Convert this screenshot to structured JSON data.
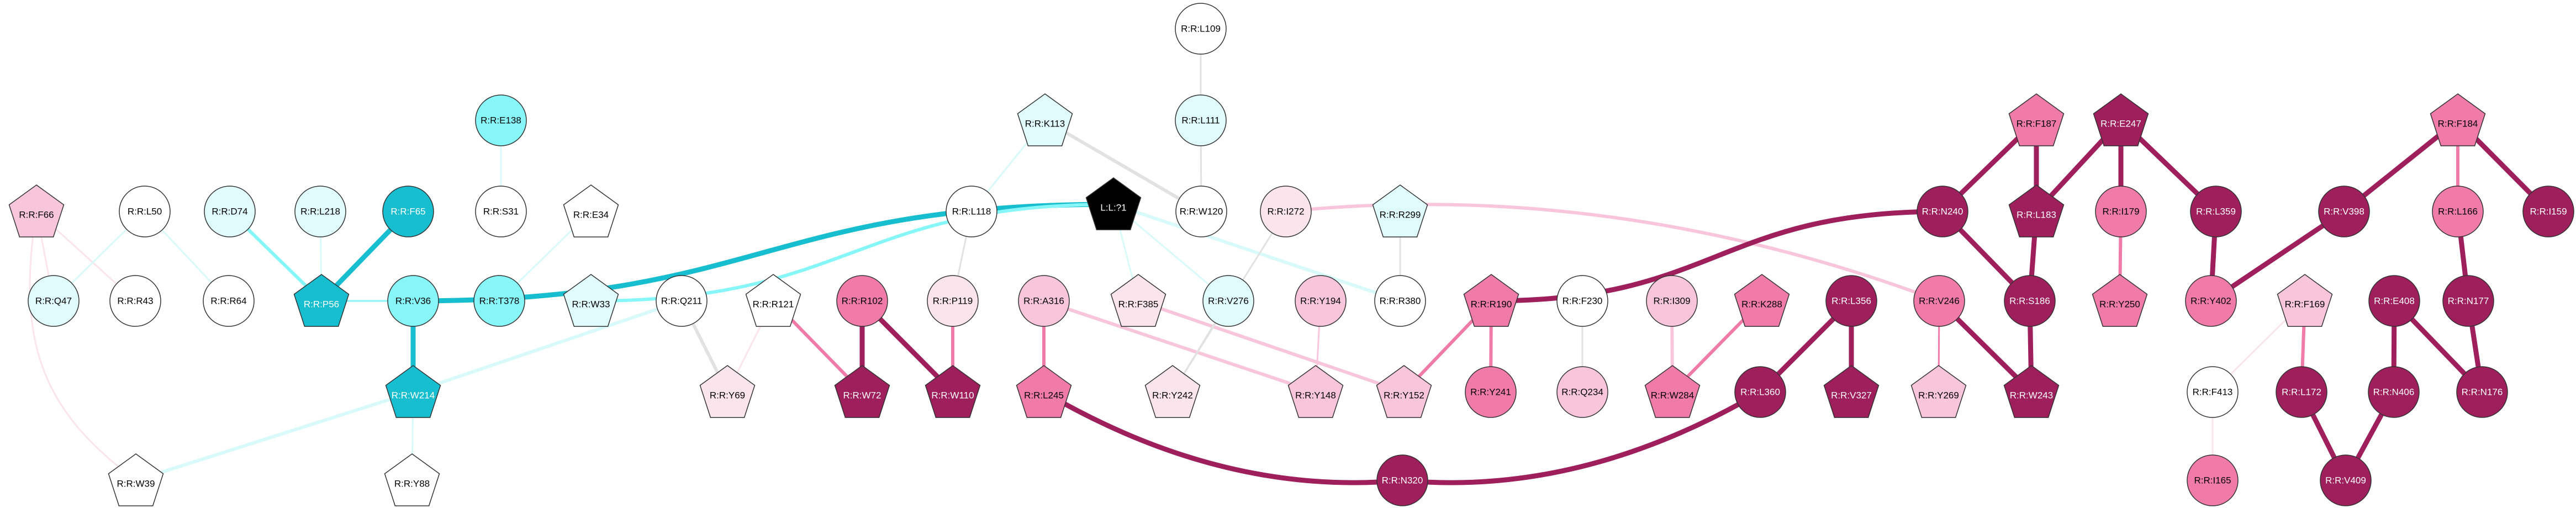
{
  "colors": {
    "teal": "#17BECF",
    "cyan": "#86F6F8",
    "pale_cyan": "#E0FBFB",
    "white": "#FFFFFF",
    "black": "#000000",
    "blush": "#FCE4EC",
    "light_pink": "#F8C5DB",
    "pink": "#F07AA8",
    "magenta": "#9E1F5C",
    "edge_grey": "#E2E2E2",
    "edge_pale_pink": "#FBE4EC",
    "edge_pink": "#F8C5DB",
    "edge_mid_pink": "#F07AA8",
    "edge_magenta": "#9E1F5C",
    "edge_pale_cyan": "#D8FAFA",
    "edge_cyan": "#86F6F8",
    "edge_teal": "#17BECF"
  },
  "nodes": [
    {
      "id": "F66",
      "label": "R:R:F66",
      "shape": "pentagon",
      "fill": "light_pink"
    },
    {
      "id": "Q47",
      "label": "R:R:Q47",
      "shape": "circle",
      "fill": "pale_cyan"
    },
    {
      "id": "R43",
      "label": "R:R:R43",
      "shape": "circle",
      "fill": "white"
    },
    {
      "id": "W39",
      "label": "R:R:W39",
      "shape": "pentagon",
      "fill": "white"
    },
    {
      "id": "L50",
      "label": "R:R:L50",
      "shape": "circle",
      "fill": "white"
    },
    {
      "id": "D74",
      "label": "R:R:D74",
      "shape": "circle",
      "fill": "pale_cyan"
    },
    {
      "id": "R64",
      "label": "R:R:R64",
      "shape": "circle",
      "fill": "white"
    },
    {
      "id": "L218",
      "label": "R:R:L218",
      "shape": "circle",
      "fill": "pale_cyan"
    },
    {
      "id": "F65",
      "label": "R:R:F65",
      "shape": "circle",
      "fill": "teal"
    },
    {
      "id": "P56",
      "label": "R:R:P56",
      "shape": "pentagon",
      "fill": "teal"
    },
    {
      "id": "E138",
      "label": "R:R:E138",
      "shape": "circle",
      "fill": "cyan"
    },
    {
      "id": "S31",
      "label": "R:R:S31",
      "shape": "circle",
      "fill": "white"
    },
    {
      "id": "V36",
      "label": "R:R:V36",
      "shape": "circle",
      "fill": "cyan"
    },
    {
      "id": "W214",
      "label": "R:R:W214",
      "shape": "pentagon",
      "fill": "teal"
    },
    {
      "id": "Y88",
      "label": "R:R:Y88",
      "shape": "pentagon",
      "fill": "white"
    },
    {
      "id": "E34",
      "label": "R:R:E34",
      "shape": "pentagon",
      "fill": "white"
    },
    {
      "id": "T378",
      "label": "R:R:T378",
      "shape": "circle",
      "fill": "cyan"
    },
    {
      "id": "W33",
      "label": "R:R:W33",
      "shape": "pentagon",
      "fill": "pale_cyan"
    },
    {
      "id": "Q211",
      "label": "R:R:Q211",
      "shape": "circle",
      "fill": "white"
    },
    {
      "id": "R121",
      "label": "R:R:R121",
      "shape": "pentagon",
      "fill": "white"
    },
    {
      "id": "Y69",
      "label": "R:R:Y69",
      "shape": "pentagon",
      "fill": "blush"
    },
    {
      "id": "R102",
      "label": "R:R:R102",
      "shape": "circle",
      "fill": "pink"
    },
    {
      "id": "W72",
      "label": "R:R:W72",
      "shape": "pentagon",
      "fill": "magenta"
    },
    {
      "id": "P119",
      "label": "R:R:P119",
      "shape": "circle",
      "fill": "blush"
    },
    {
      "id": "W110",
      "label": "R:R:W110",
      "shape": "pentagon",
      "fill": "magenta"
    },
    {
      "id": "L118",
      "label": "R:R:L118",
      "shape": "circle",
      "fill": "white"
    },
    {
      "id": "K113",
      "label": "R:R:K113",
      "shape": "pentagon",
      "fill": "pale_cyan"
    },
    {
      "id": "L71",
      "label": "L:L:?1",
      "shape": "pentagon",
      "fill": "black"
    },
    {
      "id": "L109",
      "label": "R:R:L109",
      "shape": "circle",
      "fill": "white"
    },
    {
      "id": "L111",
      "label": "R:R:L111",
      "shape": "circle",
      "fill": "pale_cyan"
    },
    {
      "id": "W120",
      "label": "R:R:W120",
      "shape": "circle",
      "fill": "white"
    },
    {
      "id": "A316",
      "label": "R:R:A316",
      "shape": "circle",
      "fill": "light_pink"
    },
    {
      "id": "L245",
      "label": "R:R:L245",
      "shape": "pentagon",
      "fill": "pink"
    },
    {
      "id": "F385",
      "label": "R:R:F385",
      "shape": "pentagon",
      "fill": "blush"
    },
    {
      "id": "Y242",
      "label": "R:R:Y242",
      "shape": "pentagon",
      "fill": "blush"
    },
    {
      "id": "V276",
      "label": "R:R:V276",
      "shape": "circle",
      "fill": "pale_cyan"
    },
    {
      "id": "I272",
      "label": "R:R:I272",
      "shape": "circle",
      "fill": "blush"
    },
    {
      "id": "Y194",
      "label": "R:R:Y194",
      "shape": "circle",
      "fill": "light_pink"
    },
    {
      "id": "Y148",
      "label": "R:R:Y148",
      "shape": "pentagon",
      "fill": "light_pink"
    },
    {
      "id": "R299",
      "label": "R:R:R299",
      "shape": "pentagon",
      "fill": "pale_cyan"
    },
    {
      "id": "R380",
      "label": "R:R:R380",
      "shape": "circle",
      "fill": "white"
    },
    {
      "id": "R190",
      "label": "R:R:R190",
      "shape": "pentagon",
      "fill": "pink"
    },
    {
      "id": "Y152",
      "label": "R:R:Y152",
      "shape": "pentagon",
      "fill": "light_pink"
    },
    {
      "id": "Y241",
      "label": "R:R:Y241",
      "shape": "circle",
      "fill": "pink"
    },
    {
      "id": "N320",
      "label": "R:R:N320",
      "shape": "circle",
      "fill": "magenta"
    },
    {
      "id": "F230",
      "label": "R:R:F230",
      "shape": "circle",
      "fill": "white"
    },
    {
      "id": "Q234",
      "label": "R:R:Q234",
      "shape": "circle",
      "fill": "light_pink"
    },
    {
      "id": "I309",
      "label": "R:R:I309",
      "shape": "circle",
      "fill": "light_pink"
    },
    {
      "id": "K288",
      "label": "R:R:K288",
      "shape": "pentagon",
      "fill": "pink"
    },
    {
      "id": "W284",
      "label": "R:R:W284",
      "shape": "pentagon",
      "fill": "pink"
    },
    {
      "id": "L356",
      "label": "R:R:L356",
      "shape": "circle",
      "fill": "magenta"
    },
    {
      "id": "L360",
      "label": "R:R:L360",
      "shape": "circle",
      "fill": "magenta"
    },
    {
      "id": "V327",
      "label": "R:R:V327",
      "shape": "pentagon",
      "fill": "magenta"
    },
    {
      "id": "V246",
      "label": "R:R:V246",
      "shape": "circle",
      "fill": "pink"
    },
    {
      "id": "Y269",
      "label": "R:R:Y269",
      "shape": "pentagon",
      "fill": "light_pink"
    },
    {
      "id": "N240",
      "label": "R:R:N240",
      "shape": "circle",
      "fill": "magenta"
    },
    {
      "id": "F187",
      "label": "R:R:F187",
      "shape": "pentagon",
      "fill": "pink"
    },
    {
      "id": "L183",
      "label": "R:R:L183",
      "shape": "pentagon",
      "fill": "magenta"
    },
    {
      "id": "S186",
      "label": "R:R:S186",
      "shape": "circle",
      "fill": "magenta"
    },
    {
      "id": "W243",
      "label": "R:R:W243",
      "shape": "pentagon",
      "fill": "magenta"
    },
    {
      "id": "E247",
      "label": "R:R:E247",
      "shape": "pentagon",
      "fill": "magenta"
    },
    {
      "id": "I179",
      "label": "R:R:I179",
      "shape": "circle",
      "fill": "pink"
    },
    {
      "id": "Y250",
      "label": "R:R:Y250",
      "shape": "pentagon",
      "fill": "pink"
    },
    {
      "id": "L359",
      "label": "R:R:L359",
      "shape": "circle",
      "fill": "magenta"
    },
    {
      "id": "Y402",
      "label": "R:R:Y402",
      "shape": "circle",
      "fill": "pink"
    },
    {
      "id": "V398",
      "label": "R:R:V398",
      "shape": "circle",
      "fill": "magenta"
    },
    {
      "id": "F184",
      "label": "R:R:F184",
      "shape": "pentagon",
      "fill": "pink"
    },
    {
      "id": "L166",
      "label": "R:R:L166",
      "shape": "circle",
      "fill": "pink"
    },
    {
      "id": "I159",
      "label": "R:R:I159",
      "shape": "circle",
      "fill": "magenta"
    },
    {
      "id": "N177",
      "label": "R:R:N177",
      "shape": "circle",
      "fill": "magenta"
    },
    {
      "id": "F169",
      "label": "R:R:F169",
      "shape": "pentagon",
      "fill": "light_pink"
    },
    {
      "id": "E408",
      "label": "R:R:E408",
      "shape": "circle",
      "fill": "magenta"
    },
    {
      "id": "F413",
      "label": "R:R:F413",
      "shape": "circle",
      "fill": "white"
    },
    {
      "id": "L172",
      "label": "R:R:L172",
      "shape": "circle",
      "fill": "magenta"
    },
    {
      "id": "N406",
      "label": "R:R:N406",
      "shape": "circle",
      "fill": "magenta"
    },
    {
      "id": "N176",
      "label": "R:R:N176",
      "shape": "circle",
      "fill": "magenta"
    },
    {
      "id": "I165",
      "label": "R:R:I165",
      "shape": "circle",
      "fill": "pink"
    },
    {
      "id": "V409",
      "label": "R:R:V409",
      "shape": "circle",
      "fill": "magenta"
    }
  ],
  "edges": [
    {
      "source": "F66",
      "target": "Q47",
      "color": "edge_pale_pink",
      "weight": "thin"
    },
    {
      "source": "F66",
      "target": "R43",
      "color": "edge_pale_pink",
      "weight": "thin"
    },
    {
      "source": "F66",
      "target": "W39",
      "color": "edge_pale_pink",
      "weight": "thin",
      "curve": "left"
    },
    {
      "source": "L50",
      "target": "Q47",
      "color": "edge_pale_cyan",
      "weight": "thin"
    },
    {
      "source": "L50",
      "target": "R64",
      "color": "edge_pale_cyan",
      "weight": "thin"
    },
    {
      "source": "D74",
      "target": "P56",
      "color": "edge_cyan",
      "weight": "medium"
    },
    {
      "source": "L218",
      "target": "P56",
      "color": "edge_pale_cyan",
      "weight": "thin"
    },
    {
      "source": "F65",
      "target": "P56",
      "color": "edge_teal",
      "weight": "thick"
    },
    {
      "source": "P56",
      "target": "V36",
      "color": "edge_cyan",
      "weight": "thin"
    },
    {
      "source": "E138",
      "target": "S31",
      "color": "edge_pale_cyan",
      "weight": "thin"
    },
    {
      "source": "V36",
      "target": "W214",
      "color": "edge_teal",
      "weight": "thick"
    },
    {
      "source": "V36",
      "target": "L71",
      "color": "edge_teal",
      "weight": "thick",
      "curve": "s"
    },
    {
      "source": "W214",
      "target": "Y88",
      "color": "edge_pale_cyan",
      "weight": "thin"
    },
    {
      "source": "W214",
      "target": "W39",
      "color": "edge_pale_cyan",
      "weight": "medium"
    },
    {
      "source": "W214",
      "target": "Q211",
      "color": "edge_pale_cyan",
      "weight": "medium"
    },
    {
      "source": "E34",
      "target": "T378",
      "color": "edge_pale_cyan",
      "weight": "thin"
    },
    {
      "source": "W33",
      "target": "L71",
      "color": "edge_cyan",
      "weight": "medium",
      "curve": "s"
    },
    {
      "source": "Q211",
      "target": "Y69",
      "color": "edge_grey",
      "weight": "medium"
    },
    {
      "source": "R121",
      "target": "Y69",
      "color": "edge_pale_pink",
      "weight": "thin"
    },
    {
      "source": "R121",
      "target": "W72",
      "color": "edge_mid_pink",
      "weight": "medium"
    },
    {
      "source": "R102",
      "target": "W72",
      "color": "edge_magenta",
      "weight": "thick"
    },
    {
      "source": "R102",
      "target": "W110",
      "color": "edge_magenta",
      "weight": "thick"
    },
    {
      "source": "P119",
      "target": "W110",
      "color": "edge_mid_pink",
      "weight": "medium"
    },
    {
      "source": "L118",
      "target": "P119",
      "color": "edge_grey",
      "weight": "thin"
    },
    {
      "source": "K113",
      "target": "L118",
      "color": "edge_pale_cyan",
      "weight": "thin"
    },
    {
      "source": "K113",
      "target": "W120",
      "color": "edge_grey",
      "weight": "medium"
    },
    {
      "source": "L109",
      "target": "L111",
      "color": "edge_grey",
      "weight": "thin"
    },
    {
      "source": "L111",
      "target": "W120",
      "color": "edge_grey",
      "weight": "thin"
    },
    {
      "source": "L71",
      "target": "F385",
      "color": "edge_pale_cyan",
      "weight": "thin"
    },
    {
      "source": "L71",
      "target": "V276",
      "color": "edge_pale_cyan",
      "weight": "thin"
    },
    {
      "source": "L71",
      "target": "R380",
      "color": "edge_pale_cyan",
      "weight": "medium"
    },
    {
      "source": "A316",
      "target": "L245",
      "color": "edge_mid_pink",
      "weight": "medium"
    },
    {
      "source": "A316",
      "target": "Y148",
      "color": "edge_pink",
      "weight": "medium"
    },
    {
      "source": "F385",
      "target": "Y152",
      "color": "edge_pink",
      "weight": "medium"
    },
    {
      "source": "V276",
      "target": "Y242",
      "color": "edge_grey",
      "weight": "thin"
    },
    {
      "source": "I272",
      "target": "Y242",
      "color": "edge_grey",
      "weight": "thin"
    },
    {
      "source": "I272",
      "target": "V246",
      "color": "edge_pink",
      "weight": "medium",
      "curve": "arc"
    },
    {
      "source": "Y194",
      "target": "Y148",
      "color": "edge_pink",
      "weight": "thin"
    },
    {
      "source": "R299",
      "target": "R380",
      "color": "edge_grey",
      "weight": "thin"
    },
    {
      "source": "R190",
      "target": "Y152",
      "color": "edge_mid_pink",
      "weight": "medium"
    },
    {
      "source": "R190",
      "target": "Y241",
      "color": "edge_mid_pink",
      "weight": "medium"
    },
    {
      "source": "R190",
      "target": "N240",
      "color": "edge_magenta",
      "weight": "thick",
      "curve": "s"
    },
    {
      "source": "L245",
      "target": "N320",
      "color": "edge_magenta",
      "weight": "thick",
      "curve": "arc"
    },
    {
      "source": "L360",
      "target": "N320",
      "color": "edge_magenta",
      "weight": "thick",
      "curve": "arc"
    },
    {
      "source": "F230",
      "target": "Q234",
      "color": "edge_grey",
      "weight": "thin"
    },
    {
      "source": "I309",
      "target": "W284",
      "color": "edge_pink",
      "weight": "medium"
    },
    {
      "source": "K288",
      "target": "W284",
      "color": "edge_mid_pink",
      "weight": "medium"
    },
    {
      "source": "L356",
      "target": "L360",
      "color": "edge_magenta",
      "weight": "thick"
    },
    {
      "source": "L356",
      "target": "V327",
      "color": "edge_magenta",
      "weight": "thick"
    },
    {
      "source": "V246",
      "target": "Y269",
      "color": "edge_mid_pink",
      "weight": "thin"
    },
    {
      "source": "V246",
      "target": "W243",
      "color": "edge_magenta",
      "weight": "thick"
    },
    {
      "source": "F187",
      "target": "N240",
      "color": "edge_magenta",
      "weight": "thick"
    },
    {
      "source": "F187",
      "target": "L183",
      "color": "edge_magenta",
      "weight": "thick"
    },
    {
      "source": "N240",
      "target": "S186",
      "color": "edge_magenta",
      "weight": "thick"
    },
    {
      "source": "L183",
      "target": "S186",
      "color": "edge_magenta",
      "weight": "thick"
    },
    {
      "source": "E247",
      "target": "L183",
      "color": "edge_magenta",
      "weight": "thick"
    },
    {
      "source": "E247",
      "target": "I179",
      "color": "edge_magenta",
      "weight": "thick"
    },
    {
      "source": "E247",
      "target": "L359",
      "color": "edge_magenta",
      "weight": "thick"
    },
    {
      "source": "S186",
      "target": "W243",
      "color": "edge_magenta",
      "weight": "thick"
    },
    {
      "source": "I179",
      "target": "Y250",
      "color": "edge_mid_pink",
      "weight": "medium"
    },
    {
      "source": "L359",
      "target": "Y402",
      "color": "edge_magenta",
      "weight": "thick"
    },
    {
      "source": "V398",
      "target": "Y402",
      "color": "edge_magenta",
      "weight": "thick"
    },
    {
      "source": "F184",
      "target": "V398",
      "color": "edge_magenta",
      "weight": "thick"
    },
    {
      "source": "F184",
      "target": "L166",
      "color": "edge_mid_pink",
      "weight": "medium"
    },
    {
      "source": "F184",
      "target": "I159",
      "color": "edge_magenta",
      "weight": "thick"
    },
    {
      "source": "L166",
      "target": "N177",
      "color": "edge_magenta",
      "weight": "thick"
    },
    {
      "source": "N177",
      "target": "N176",
      "color": "edge_magenta",
      "weight": "thick"
    },
    {
      "source": "E408",
      "target": "N176",
      "color": "edge_magenta",
      "weight": "thick"
    },
    {
      "source": "E408",
      "target": "N406",
      "color": "edge_magenta",
      "weight": "thick"
    },
    {
      "source": "F169",
      "target": "F413",
      "color": "edge_pale_pink",
      "weight": "thin"
    },
    {
      "source": "F169",
      "target": "L172",
      "color": "edge_mid_pink",
      "weight": "medium"
    },
    {
      "source": "F413",
      "target": "I165",
      "color": "edge_pale_pink",
      "weight": "thin"
    },
    {
      "source": "L172",
      "target": "V409",
      "color": "edge_magenta",
      "weight": "thick"
    },
    {
      "source": "N406",
      "target": "V409",
      "color": "edge_magenta",
      "weight": "thick"
    }
  ]
}
